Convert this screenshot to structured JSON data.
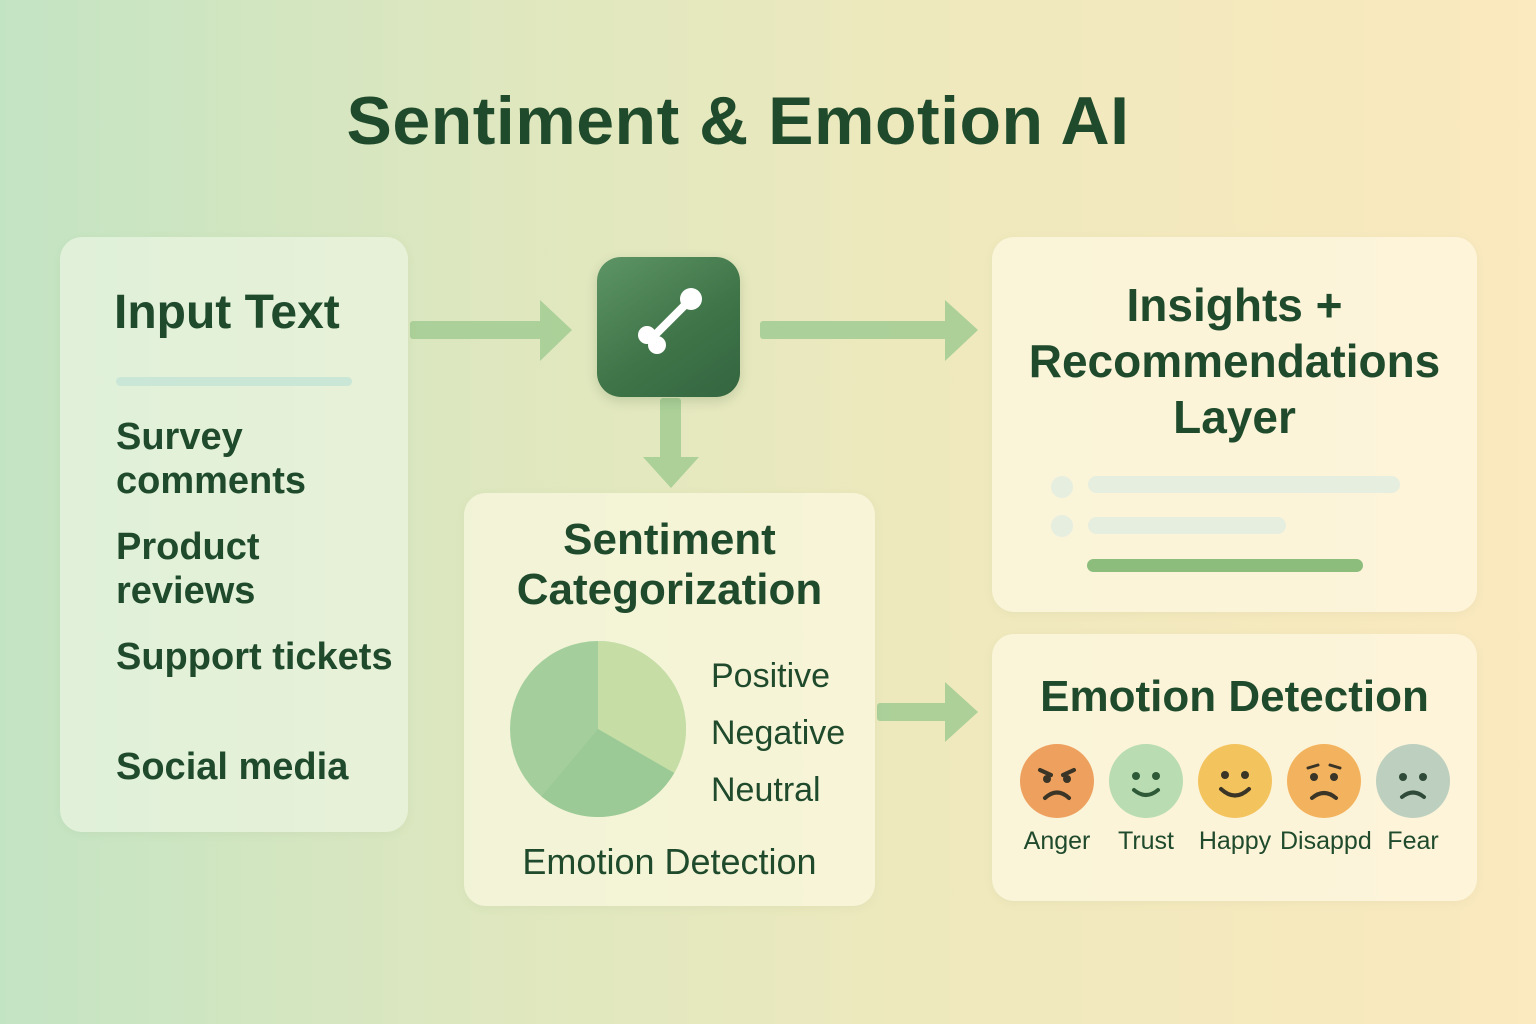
{
  "title": "Sentiment & Emotion AI",
  "input": {
    "title": "Input Text",
    "items": [
      "Survey comments",
      "Product reviews",
      "Support tickets",
      "Social media"
    ]
  },
  "processor": {
    "icon": "connector-link-icon"
  },
  "insights": {
    "title_lines": [
      "Insights +",
      "Recommendations",
      "Layer"
    ]
  },
  "sentiment": {
    "title_lines": [
      "Sentiment",
      "Categorization"
    ],
    "labels": [
      "Positive",
      "Negative",
      "Neutral"
    ],
    "footer": "Emotion Detection"
  },
  "emotion": {
    "title": "Emotion Detection",
    "faces": [
      {
        "label": "Anger",
        "icon": "angry-face-icon",
        "color": "#eea05e"
      },
      {
        "label": "Trust",
        "icon": "smiling-face-icon",
        "color": "#b9dcb2"
      },
      {
        "label": "Happy",
        "icon": "happy-face-icon",
        "color": "#f3c35e"
      },
      {
        "label": "Disappd",
        "icon": "sad-face-icon",
        "color": "#f3b35e"
      },
      {
        "label": "Fear",
        "icon": "frowning-face-icon",
        "color": "#bdcfbf"
      }
    ]
  },
  "colors": {
    "primary_text": "#1f4a2c",
    "arrow": "#a9cf97",
    "processor": "#3f7548",
    "pie_positive": "#c6dea6",
    "pie_negative": "#a4cf9c",
    "pie_neutral": "#9cca96"
  }
}
